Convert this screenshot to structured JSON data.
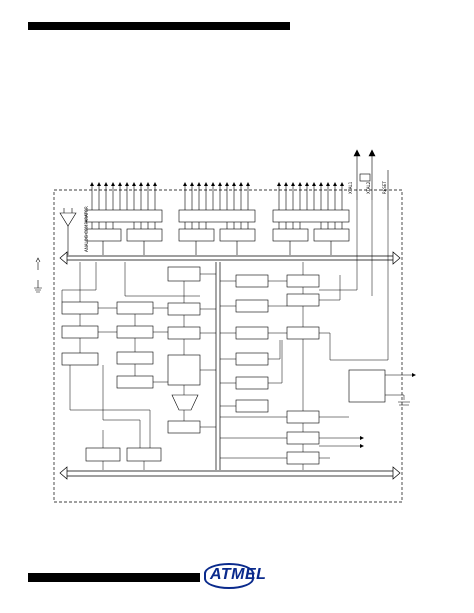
{
  "header": {
    "bar_color": "#000000"
  },
  "diagram": {
    "pin_labels": {
      "xtal1": "XTAL1",
      "xtal2": "XTAL2",
      "reset": "RESET"
    },
    "comparator_label": "ANALOG COMPARATOR"
  },
  "footer": {
    "logo_text": "ATMEL",
    "logo_color": "#0a2a8c"
  }
}
